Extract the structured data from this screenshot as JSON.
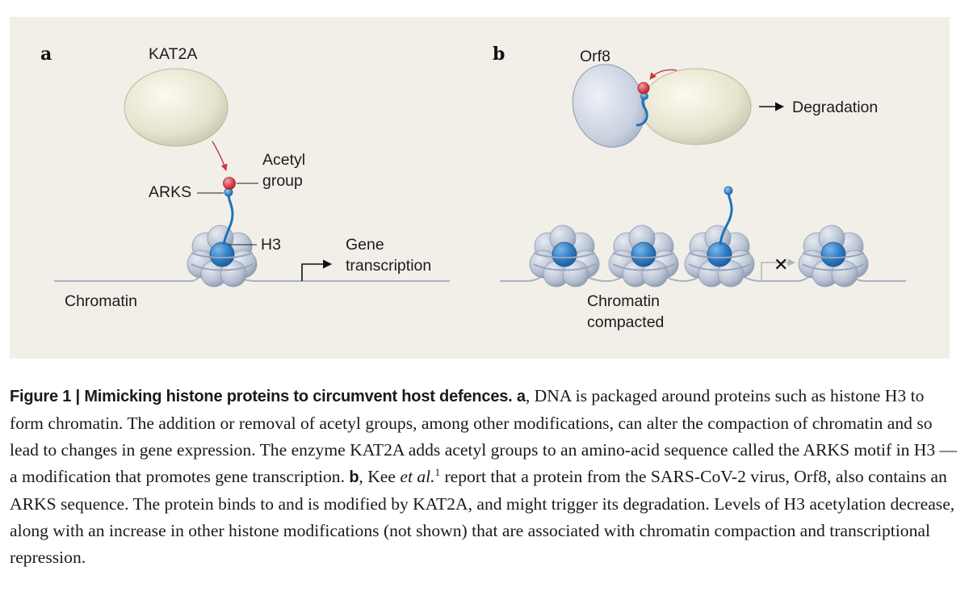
{
  "panel_a": {
    "letter": "a",
    "enzyme_label": "KAT2A",
    "acetyl_label_line1": "Acetyl",
    "acetyl_label_line2": "group",
    "motif_label": "ARKS",
    "histone_label": "H3",
    "gene_label_line1": "Gene",
    "gene_label_line2": "transcription",
    "chromatin_label": "Chromatin"
  },
  "panel_b": {
    "letter": "b",
    "protein_label": "Orf8",
    "degradation_label": "Degradation",
    "chromatin_label_line1": "Chromatin",
    "chromatin_label_line2": "compacted",
    "block_mark": "✕"
  },
  "colors": {
    "background": "#f1efe8",
    "enzyme_fill": "#e7e4cf",
    "orf8_fill": "#cdd5e2",
    "histone_grey": "#b9c3d3",
    "histone_blue": "#2e7dc4",
    "acetyl_red": "#d9414b",
    "arrow_red": "#c8353b",
    "dna": "#a9b0c5"
  },
  "caption": {
    "figure_label": "Figure 1",
    "separator": " | ",
    "title": "Mimicking histone proteins to circumvent host defences.",
    "part_a_label": " a",
    "part_a_text": ", DNA is packaged around proteins such as histone H3 to form chromatin. The addition or removal of acetyl groups, among other modifications, can alter the compaction of chromatin and so lead to changes in gene expression. The enzyme KAT2A adds acetyl groups to an amino-acid sequence called the ARKS motif in H3 — a modification that promotes gene transcription. ",
    "part_b_label": "b",
    "part_b_pre": ", Kee ",
    "etal": "et al.",
    "ref": "1",
    "part_b_text": " report that a protein from the SARS-CoV-2 virus, Orf8, also contains an ARKS sequence. The protein binds to and is modified by KAT2A, and might trigger its degradation. Levels of H3 acetylation decrease, along with an increase in other histone modifications (not shown) that are associated with chromatin compaction and transcriptional repression."
  }
}
